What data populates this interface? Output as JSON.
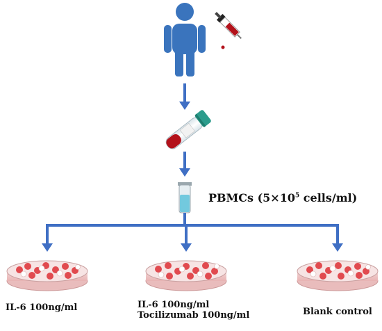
{
  "colors": {
    "person": "#3a74bd",
    "arrow": "#3f6fc4",
    "blood": "#b3121b",
    "cap": "#2c9c8c",
    "medium": "#72c9de",
    "dish_cells": "#e14a4f"
  },
  "icons": [
    "person-icon",
    "syringe-icon",
    "blood-tube-icon",
    "pbmc-tube-icon",
    "petri-dish-icon"
  ],
  "pbmc": {
    "label_prefix": "PBMCs (5×10",
    "exponent": "5",
    "label_suffix": " cells/ml)"
  },
  "groups": [
    {
      "lines": [
        "IL-6 100ng/ml"
      ]
    },
    {
      "lines": [
        "IL-6 100ng/ml",
        "Tocilizumab 100ng/ml"
      ]
    },
    {
      "lines": [
        "Blank control"
      ]
    }
  ]
}
